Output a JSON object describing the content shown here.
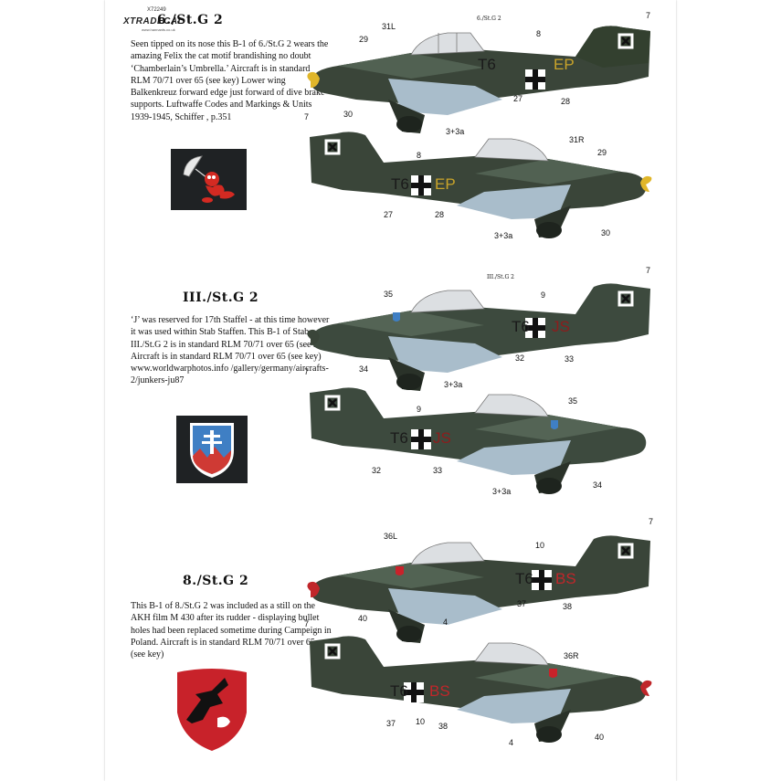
{
  "logo": {
    "brand": "XTRADECAL",
    "code": "X72249",
    "web": "www.hannants.co.uk"
  },
  "sections": [
    {
      "heading": "6./St.G 2",
      "side_heading": "6./St.G 2",
      "description": "Seen tipped on its nose this B-1 of 6./St.G 2 wears the amazing Felix the cat motif brandishing no doubt ‘Chamberlain’s Umbrella.’ Aircraft is in standard RLM 70/71 over 65 (see key) Lower wing Balkenkreuz forward edge just forward of dive brake supports. Luftwaffe Codes and Markings & Units 1939-1945, Schiffer , p.351",
      "code_left": "T6",
      "code_right": "EP",
      "top_labels": [
        "7",
        "29",
        "31L",
        "8",
        "27",
        "28",
        "30",
        "3+3a"
      ],
      "bottom_labels": [
        "7",
        "8",
        "31R",
        "29",
        "27",
        "28",
        "3+3a",
        "30"
      ]
    },
    {
      "heading": "III./St.G 2",
      "side_heading": "III./St.G 2",
      "description": "‘J’ was reserved for 17th Staffel - at this time however it was used within Stab Staffen. This B-1 of Stab. III./St.G 2 is in standard RLM 70/71 over 65 (see key) Aircraft is in standard RLM 70/71 over 65 (see key) www.worldwarphotos.info /gallery/germany/aircrafts-2/junkers-ju87",
      "code_left": "T6",
      "code_right": "JS",
      "top_labels": [
        "7",
        "35",
        "9",
        "32",
        "33",
        "34",
        "3+3a"
      ],
      "bottom_labels": [
        "7",
        "9",
        "35",
        "32",
        "33",
        "34",
        "3+3a"
      ]
    },
    {
      "heading": "8./St.G 2",
      "side_heading": "",
      "description": "This B-1 of 8./St.G 2 was included as a still on the AKH film M 430 after its rudder - displaying bullet holes had been replaced sometime during Campeign in Poland. Aircraft is in standard RLM 70/71 over 65 (see key)",
      "code_left": "T6",
      "code_right": "BS",
      "top_labels": [
        "7",
        "36L",
        "10",
        "37",
        "38",
        "40",
        "4"
      ],
      "bottom_labels": [
        "7",
        "36R",
        "37",
        "10",
        "38",
        "4",
        "40"
      ]
    }
  ],
  "colors": {
    "rlm70": "#2c352c",
    "rlm71": "#4b5a48",
    "rlm65": "#9fb4c2",
    "spinner_yellow": "#e0b62a",
    "spinner_red": "#c0262a",
    "badge_bg": "#1f2224"
  }
}
